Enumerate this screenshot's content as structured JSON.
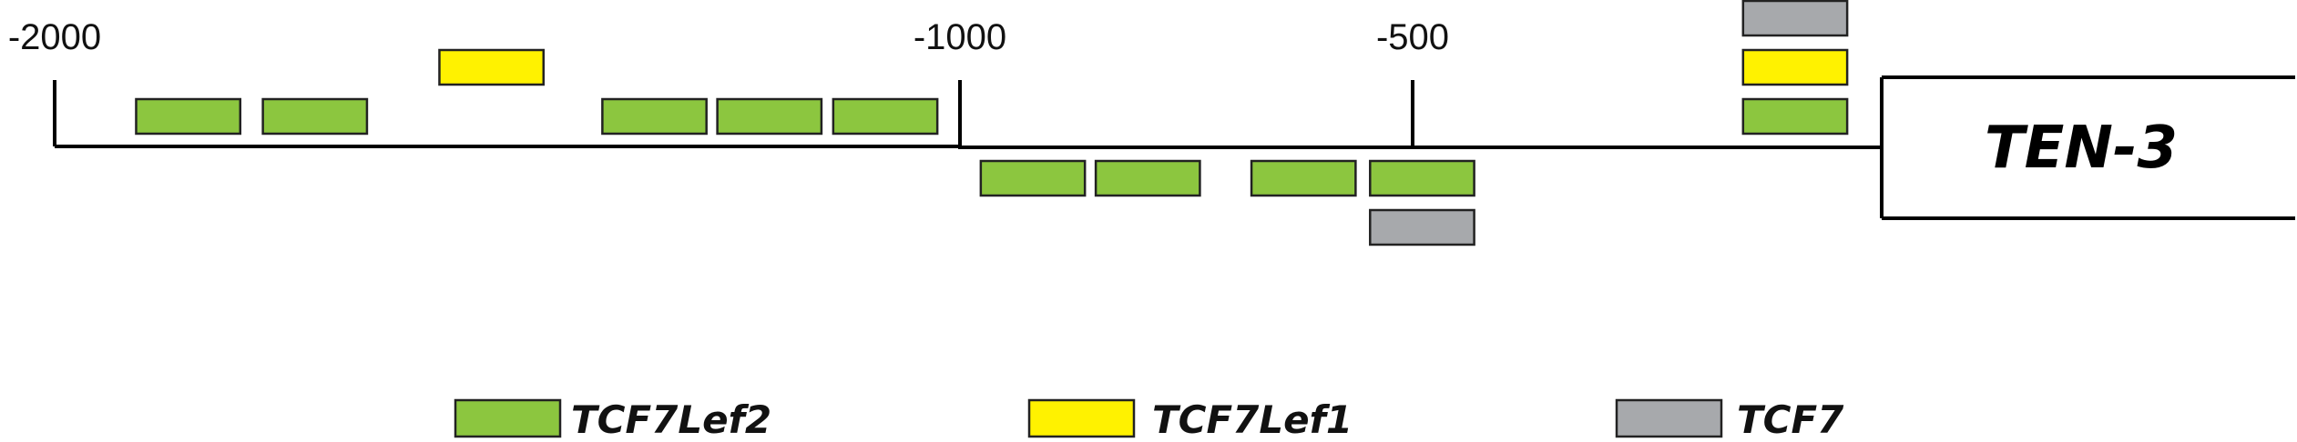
{
  "axis": {
    "ticks": [
      {
        "value": -2000,
        "label": "-2000"
      },
      {
        "value": -1000,
        "label": "-1000"
      },
      {
        "value": -500,
        "label": "-500"
      }
    ]
  },
  "gene": {
    "label": "TEN-3"
  },
  "colors": {
    "TCF7Lef2": "#8cc63f",
    "TCF7Lef1": "#fff200",
    "TCF7": "#a7a9ac"
  },
  "legend": [
    {
      "factor": "TCF7Lef2",
      "label": "TCF7Lef2"
    },
    {
      "factor": "TCF7Lef1",
      "label": "TCF7Lef1"
    },
    {
      "factor": "TCF7",
      "label": "TCF7"
    }
  ],
  "sites": [
    {
      "factor": "TCF7Lef2",
      "start": -1910,
      "end": -1795,
      "row": 1
    },
    {
      "factor": "TCF7Lef2",
      "start": -1770,
      "end": -1655,
      "row": 1
    },
    {
      "factor": "TCF7Lef1",
      "start": -1575,
      "end": -1460,
      "row": 2
    },
    {
      "factor": "TCF7Lef2",
      "start": -1395,
      "end": -1280,
      "row": 1
    },
    {
      "factor": "TCF7Lef2",
      "start": -1268,
      "end": -1153,
      "row": 1
    },
    {
      "factor": "TCF7Lef2",
      "start": -1140,
      "end": -1025,
      "row": 1
    },
    {
      "factor": "TCF7Lef2",
      "start": -977,
      "end": -862,
      "row": -1
    },
    {
      "factor": "TCF7Lef2",
      "start": -850,
      "end": -735,
      "row": -1
    },
    {
      "factor": "TCF7Lef2",
      "start": -678,
      "end": -563,
      "row": -1
    },
    {
      "factor": "TCF7Lef2",
      "start": -547,
      "end": -432,
      "row": -1
    },
    {
      "factor": "TCF7",
      "start": -547,
      "end": -432,
      "row": -2
    },
    {
      "factor": "TCF7Lef2",
      "start": -135,
      "end": -20,
      "row": 1
    },
    {
      "factor": "TCF7Lef1",
      "start": -135,
      "end": -20,
      "row": 2
    },
    {
      "factor": "TCF7",
      "start": -135,
      "end": -20,
      "row": 3
    }
  ]
}
